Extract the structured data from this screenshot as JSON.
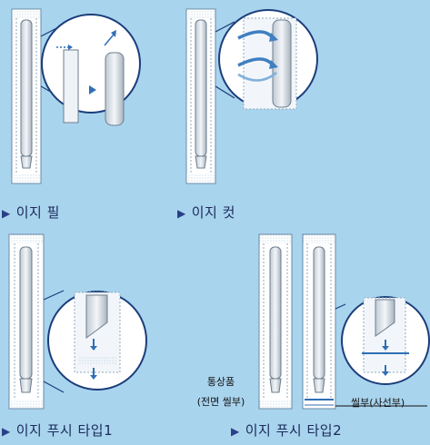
{
  "captions": {
    "easy_peel": "이지 필",
    "easy_cut": "이지 컷",
    "easy_push_1": "이지 푸시 타입1",
    "easy_push_2": "이지 푸시 타입2"
  },
  "annotations": {
    "full_seal_line1": "통상품",
    "full_seal_line2": "(전면 씰부)",
    "diagonal_seal": "씰부(사선부)"
  },
  "marker_glyph": "▶",
  "colors": {
    "background": "#a9d4ee",
    "package": "#ffffff",
    "arrow": "#2f6fb5",
    "caption_text": "#1a2a5a"
  }
}
